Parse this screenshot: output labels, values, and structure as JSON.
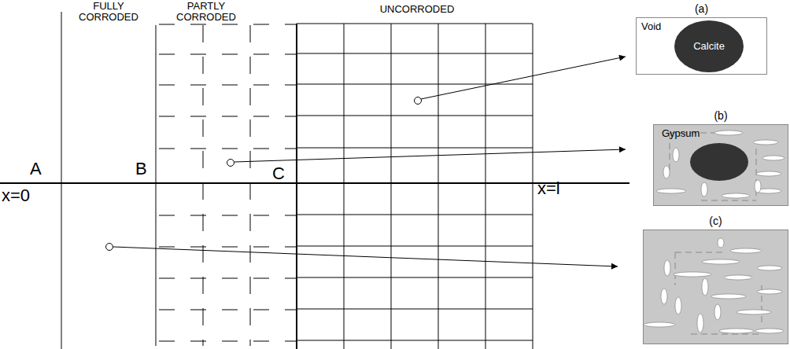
{
  "diagram": {
    "nodes": [
      {
        "text": [
          "(a)",
          "Void"
        ]
      },
      {
        "text": [
          "Calcite"
        ],
        "in": 0
      },
      {
        "text": [
          "(b)",
          "Gypsum"
        ]
      },
      {
        "text": [
          "(c)"
        ]
      }
    ],
    "labels": [
      "FULLY CORRODED",
      "PARTLY CORRODED",
      "UNCORRODED",
      "A",
      "B",
      "C",
      "x=0",
      "x=l"
    ]
  }
}
